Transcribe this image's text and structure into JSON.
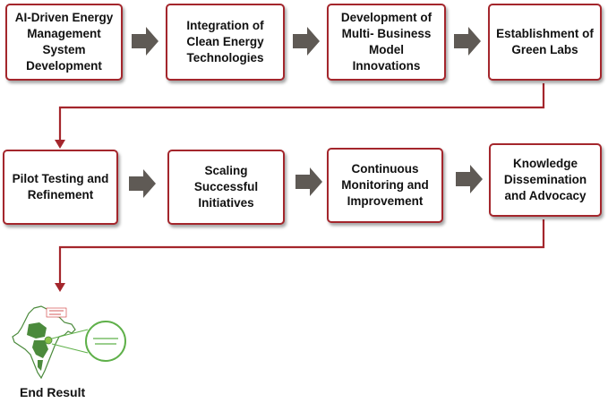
{
  "diagram": {
    "steps": [
      {
        "id": "step-1",
        "label": "AI-Driven Energy\nManagement System\nDevelopment"
      },
      {
        "id": "step-2",
        "label": "Integration of\nClean Energy\nTechnologies"
      },
      {
        "id": "step-3",
        "label": "Development of\nMulti- Business\nModel Innovations"
      },
      {
        "id": "step-4",
        "label": "Establishment of\nGreen  Labs"
      },
      {
        "id": "step-5",
        "label": "Pilot Testing and\nRefinement"
      },
      {
        "id": "step-6",
        "label": "Scaling Successful\nInitiatives"
      },
      {
        "id": "step-7",
        "label": "Continuous\nMonitoring  and\nImprovement"
      },
      {
        "id": "step-8",
        "label": "Knowledge\nDissemination\nand Advocacy"
      }
    ],
    "end_label": "End Result",
    "colors": {
      "box_border": "#a4262c",
      "connector": "#a4262c",
      "arrow_fill": "#5f5a55",
      "map_fill": "#4b8a3c",
      "map_highlight": "#8bc34a",
      "circle_stroke": "#5fb04a"
    }
  }
}
